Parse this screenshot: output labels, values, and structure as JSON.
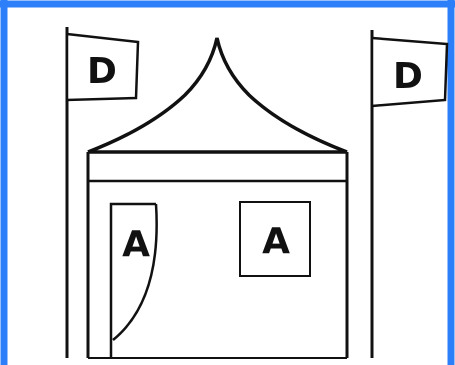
{
  "diagram": {
    "flag_left_label": "D",
    "flag_right_label": "D",
    "door_label": "A",
    "window_label": "A"
  },
  "colors": {
    "border_blue": "#2d7ff9",
    "ink": "#111111",
    "background": "#ffffff"
  }
}
